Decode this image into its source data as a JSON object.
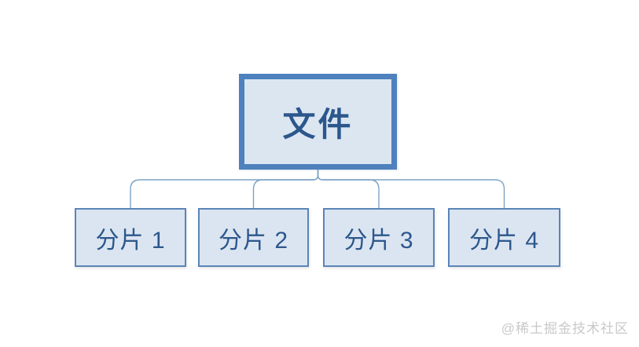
{
  "diagram": {
    "name": "file-sharding-diagram",
    "root": {
      "label": "文件"
    },
    "children": [
      {
        "label": "分片 1"
      },
      {
        "label": "分片 2"
      },
      {
        "label": "分片 3"
      },
      {
        "label": "分片 4"
      }
    ],
    "colors": {
      "root_border": "#4e81bd",
      "root_fill": "#dce6f1",
      "child_border": "#5a84b8",
      "child_fill": "#dbe5f1",
      "text": "#2b578c",
      "connector": "#7da3c4",
      "watermark_text_color": "#c9c9c9",
      "background": "#ffffff"
    }
  },
  "watermark": {
    "text": "@稀土掘金技术社区"
  }
}
